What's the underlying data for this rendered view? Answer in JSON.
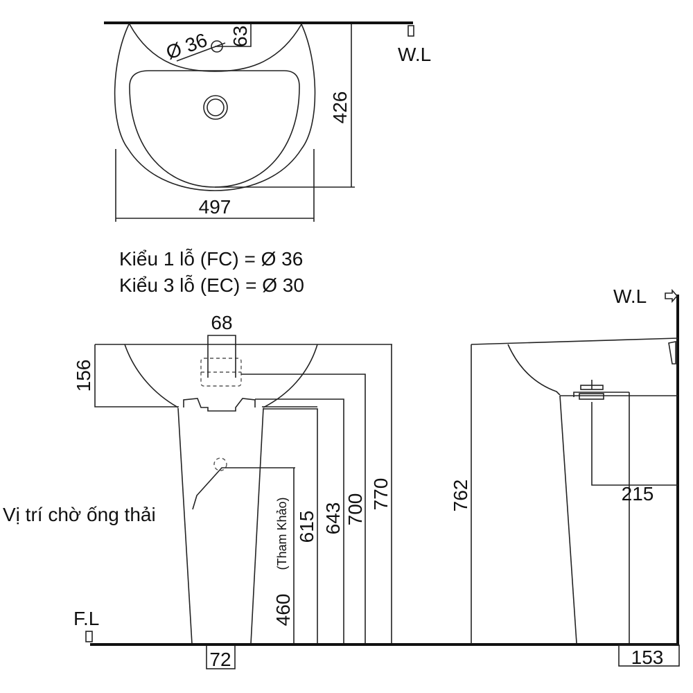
{
  "top_view": {
    "dim_hole": "Ø 36",
    "dim_offset": "63",
    "dim_depth": "426",
    "dim_width": "497",
    "wall_level": "W.L"
  },
  "notes": [
    "Kiểu 1 lỗ (FC) = Ø 36",
    "Kiểu 3 lỗ (EC) = Ø 30"
  ],
  "front_view": {
    "dim_tap_spacing": "68",
    "dim_bowl_height": "156",
    "drain_label": "Vị trí chờ ống thải",
    "dim_drain": "460",
    "dim_drain_note": "(Tham Khảo)",
    "dim_615": "615",
    "dim_643": "643",
    "dim_700": "700",
    "dim_770": "770",
    "floor_level": "F.L",
    "dim_base": "72"
  },
  "side_view": {
    "wall_level": "W.L",
    "dim_height": "762",
    "dim_drain_offset": "215",
    "dim_base": "153"
  }
}
